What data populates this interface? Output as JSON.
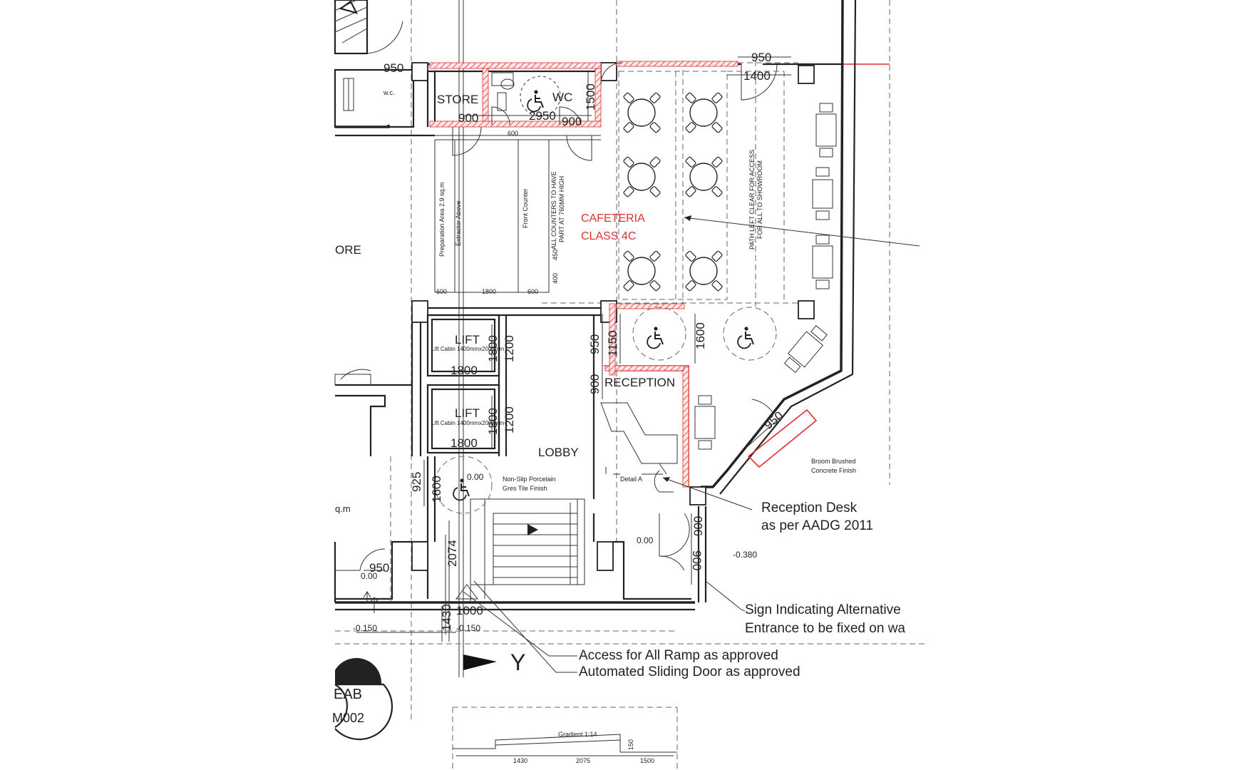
{
  "rooms": {
    "store": "STORE",
    "wc": "WC",
    "wc_small": "w.c.",
    "cafeteria_line1": "CAFETERIA",
    "cafeteria_line2": "CLASS 4C",
    "lift_a": "LIFT",
    "lift_b": "LIFT",
    "lift_cabin": "Lift Cabin 1400mmx2000mm",
    "reception": "RECEPTION",
    "lobby": "LOBBY",
    "partial_store": "ORE",
    "partial_area": "q.m"
  },
  "annotations": {
    "prep_area": "Preparation Area 2.9 sq.m",
    "extractor": "Extractor Above",
    "front_counter": "Front Counter",
    "counters_note_1": "ALL COUNTERS TO HAVE",
    "counters_note_2": "PART AT 760MM HIGH",
    "path_note_1": "PATH LEFT CLEAR FOR ACCESS",
    "path_note_2": "FOR ALL TO SHOWROOM",
    "floor_finish_1": "Non-Slip Porcelain",
    "floor_finish_2": "Gres Tile Finish",
    "broom_1": "Broom Brushed",
    "broom_2": "Concrete Finish",
    "detail": "Detail A",
    "gradient": "Gradient 1:14"
  },
  "dimensions": {
    "d950_top_left": "950",
    "d950_top_right": "950",
    "d1400": "1400",
    "d900_store": "900",
    "d2950": "2950",
    "d900_wc": "900",
    "d1500": "1500",
    "d1800_lift_a": "1800",
    "d1200_lift_a": "1200",
    "d1800_lift_a_b": "1800",
    "d1800_lift_b": "1800",
    "d1200_lift_b": "1200",
    "d1800_lift_b_b": "1800",
    "d950_reception": "950",
    "d1150": "1150",
    "d1600_cafe": "1600",
    "d900_reception": "900",
    "d950_diag": "950",
    "d925": "925",
    "d1600_lobby": "1600",
    "d2074": "2074",
    "d950_bottom": "950",
    "d1430": "1430",
    "d1000": "1000",
    "d900_door_1": "900",
    "d900_door_2": "900",
    "sub_600_a": "600",
    "sub_1800": "1800",
    "sub_600_b": "600",
    "sub_450": "450",
    "sub_400": "400",
    "sub_600_v": "600",
    "sub_1430": "1430",
    "sub_2075": "2075",
    "sub_1500": "1500",
    "sub_150": "150"
  },
  "levels": {
    "lobby": "0.00",
    "entrance": "0.00",
    "left_bottom": "0.00",
    "right_outside": "-0.380",
    "left_outside": "-0.150",
    "ramp_foot": "-0.150",
    "lobby_wheel": "0.00"
  },
  "callouts": {
    "reception_desk_1": "Reception Desk",
    "reception_desk_2": "as per AADG 2011",
    "sign_1": "Sign Indicating Alternative",
    "sign_2": "Entrance to be fixed on wa",
    "ramp": "Access for All Ramp as approved",
    "sliding_door": "Automated Sliding Door as approved"
  },
  "section_marker": {
    "axis": "Y",
    "ref_top": "EAB",
    "ref_bottom": "M002"
  },
  "colors": {
    "linework": "#222222",
    "new_work_red": "#e03030",
    "background": "#ffffff"
  },
  "icons": [
    "wheelchair-icon",
    "north-arrow-icon",
    "table-chairs-icon",
    "door-swing-icon",
    "stair-arrow-icon"
  ]
}
